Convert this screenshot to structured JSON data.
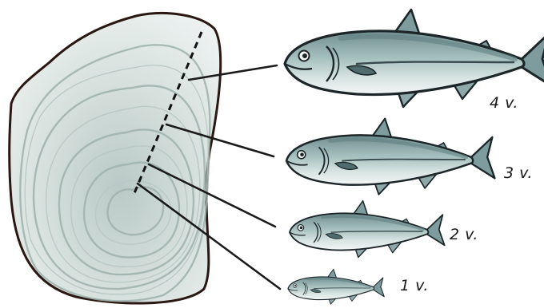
{
  "diagram": {
    "age_labels": [
      "4 v.",
      "3 v.",
      "2 v.",
      "1 v."
    ],
    "colors": {
      "scale_fill": "#cfd9d6",
      "scale_ring": "#9fb2ad",
      "scale_outline": "#2a1712",
      "fish_body": "#a9c3c1",
      "fish_belly": "#e9efee",
      "fish_back": "#5f7e80",
      "fish_outline": "#1c2629",
      "leader_line": "#1a1a1a"
    },
    "icons": [
      "fish-scale",
      "herring-fish"
    ]
  }
}
